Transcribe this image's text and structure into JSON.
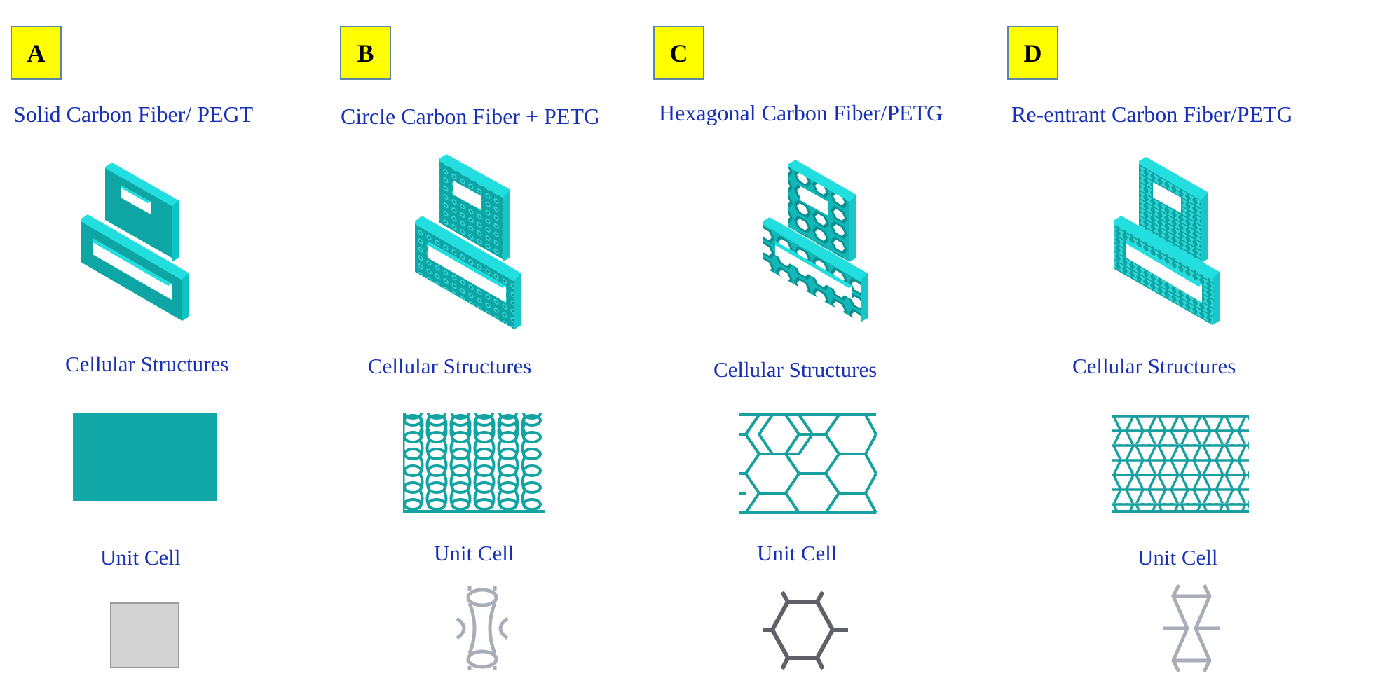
{
  "panels": [
    {
      "id": "A",
      "badge": "A",
      "title": "Solid Carbon Fiber/ PEGT",
      "cellular_label": "Cellular Structures",
      "unit_cell_label": "Unit Cell",
      "structure": "solid"
    },
    {
      "id": "B",
      "badge": "B",
      "title": "Circle Carbon Fiber + PETG",
      "cellular_label": "Cellular Structures",
      "unit_cell_label": "Unit Cell",
      "structure": "circle"
    },
    {
      "id": "C",
      "badge": "C",
      "title": "Hexagonal Carbon Fiber/PETG",
      "cellular_label": "Cellular Structures",
      "unit_cell_label": "Unit Cell",
      "structure": "hexagonal"
    },
    {
      "id": "D",
      "badge": "D",
      "title": "Re-entrant Carbon Fiber/PETG",
      "cellular_label": "Cellular Structures",
      "unit_cell_label": "Unit Cell",
      "structure": "re-entrant"
    }
  ],
  "colors": {
    "badge_fill": "#ffff00",
    "badge_border": "#5b86a8",
    "text_blue": "#1730b4",
    "teal_face": "#0ea5a5",
    "teal_edge": "#22dede",
    "unit_cell_gray": "#a9adb8",
    "hex_unit_gray": "#5f6068",
    "solid_unit_fill": "#d3d3d3"
  }
}
